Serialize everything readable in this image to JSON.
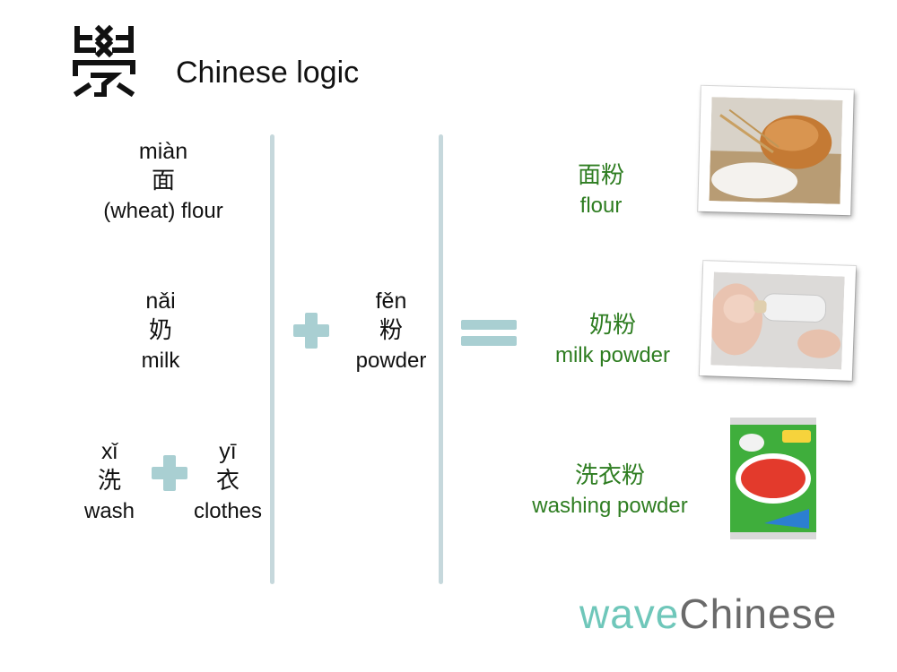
{
  "header": {
    "logo_icon": "seal-character-icon",
    "title": "Chinese logic"
  },
  "terms": {
    "mian": {
      "pinyin": "miàn",
      "hanzi": "面",
      "meaning": "(wheat) flour"
    },
    "nai": {
      "pinyin": "nǎi",
      "hanzi": "奶",
      "meaning": "milk"
    },
    "xi": {
      "pinyin": "xǐ",
      "hanzi": "洗",
      "meaning": "wash"
    },
    "yi": {
      "pinyin": "yī",
      "hanzi": "衣",
      "meaning": "clothes"
    },
    "fen": {
      "pinyin": "fěn",
      "hanzi": "粉",
      "meaning": "powder"
    }
  },
  "results": [
    {
      "hanzi": "面粉",
      "meaning": "flour"
    },
    {
      "hanzi": "奶粉",
      "meaning": "milk powder"
    },
    {
      "hanzi": "洗衣粉",
      "meaning": "washing powder"
    }
  ],
  "operators": {
    "plus_icon": "plus-icon",
    "equals_icon": "equals-icon"
  },
  "colors": {
    "result_green": "#2e7d21",
    "divider": "#c6d8dc",
    "operator": "#a9cfd2",
    "brand_wave": "#6fc7ba",
    "brand_chinese": "#6a6a6a"
  },
  "brand": {
    "wave": "wave",
    "chinese": "Chinese"
  }
}
